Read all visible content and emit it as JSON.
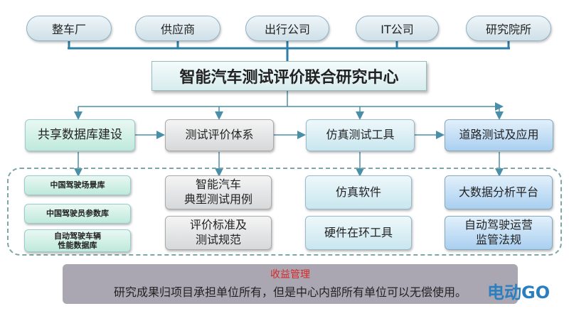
{
  "partners": [
    "整车厂",
    "供应商",
    "出行公司",
    "IT公司",
    "研究院所"
  ],
  "center_title": "智能汽车测试评价联合研究中心",
  "pillars": [
    "共享数据库建设",
    "测试评价体系",
    "仿真测试工具",
    "道路测试及应用"
  ],
  "database_items": [
    "中国驾驶场景库",
    "中国驾驶员参数库",
    "自动驾驶车辆\n性能数据库"
  ],
  "evaluation_items": [
    "智能汽车\n典型测试用例",
    "评价标准及\n测试规范"
  ],
  "simulation_items": [
    "仿真软件",
    "硬件在环工具"
  ],
  "road_items": [
    "大数据分析平台",
    "自动驾驶运营\n监管法规"
  ],
  "benefit": {
    "heading": "收益管理",
    "text": "研究成果归项目承担单位所有，但是中心内部所有单位可以无偿使用。"
  },
  "watermark": "电动GO"
}
